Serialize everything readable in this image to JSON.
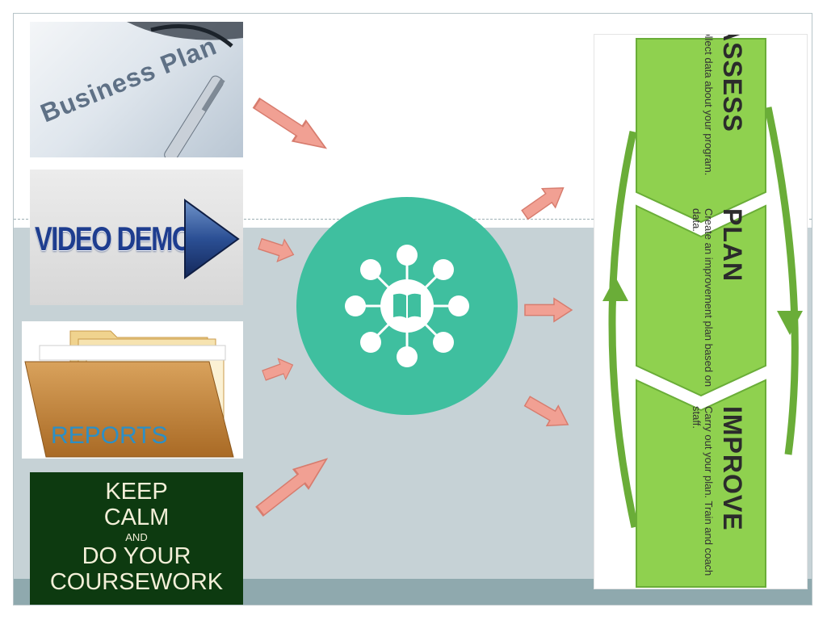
{
  "tiles": {
    "business_plan": "Business Plan",
    "video_demo": "VIDEO DEMO",
    "reports": "REPORTS",
    "keep_calm": {
      "line1": "KEEP",
      "line2": "CALM",
      "line3": "AND",
      "line4": "DO YOUR",
      "line5": "COURSEWORK"
    }
  },
  "cycle": {
    "steps": [
      {
        "title": "ASSESS",
        "desc": "Collect data about your program."
      },
      {
        "title": "PLAN",
        "desc": "Create an improvement plan based on data."
      },
      {
        "title": "IMPROVE",
        "desc": "Carry out your plan. Train and coach staff."
      }
    ]
  },
  "colors": {
    "hub": "#3fbf9f",
    "arrow": "#f1a093",
    "arrow_stroke": "#d77c6e",
    "cycle_green": "#8fd14f",
    "cycle_green_dark": "#6aad38",
    "band_mid": "#c6d2d6",
    "band_bottom": "#8fa9ae"
  },
  "icons": {
    "hub": "book-network-icon",
    "arrows": "block-arrow-icon",
    "cycle_arrows": "circular-arrow-icon"
  }
}
